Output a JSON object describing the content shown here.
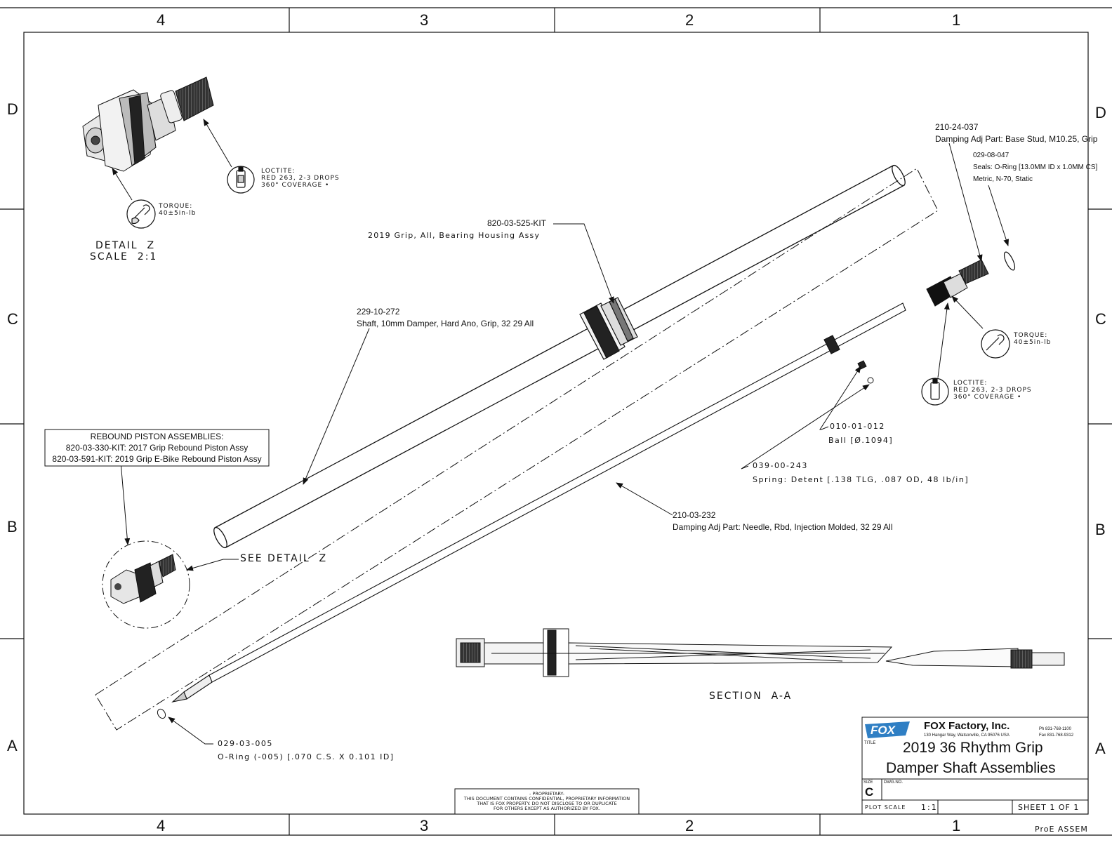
{
  "frame": {
    "columns": [
      "4",
      "3",
      "2",
      "1"
    ],
    "rows": [
      "D",
      "C",
      "B",
      "A"
    ]
  },
  "detail_z": {
    "loctite": [
      "LOCTITE:",
      "RED 263, 2-3 DROPS",
      "360° COVERAGE •"
    ],
    "torque": [
      "TORQUE:",
      "40±5in-lb"
    ],
    "caption": [
      "DETAIL  Z",
      "SCALE  2:1"
    ]
  },
  "callouts": {
    "bearing_housing": {
      "part": "820-03-525-KIT",
      "desc": "2019 Grip, All, Bearing Housing Assy"
    },
    "shaft": {
      "part": "229-10-272",
      "desc": "Shaft, 10mm Damper, Hard Ano, Grip, 32 29 All"
    },
    "base_stud": {
      "part": "210-24-037",
      "desc": "Damping Adj Part: Base Stud, M10.25, Grip"
    },
    "oring_seal": {
      "part": "029-08-047",
      "desc1": "Seals: O-Ring [13.0MM ID x 1.0MM CS]",
      "desc2": "Metric, N-70, Static"
    },
    "ball": {
      "part": "010-01-012",
      "desc": "Ball [Ø.1094]"
    },
    "spring": {
      "part": "039-00-243",
      "desc": "Spring: Detent [.138 TLG, .087 OD, 48 lb/in]"
    },
    "needle": {
      "part": "210-03-232",
      "desc": "Damping Adj Part: Needle, Rbd, Injection Molded, 32 29 All"
    },
    "oring_005": {
      "part": "029-03-005",
      "desc": "O-Ring (-005) [.070 C.S. X 0.101 ID]"
    },
    "see_detail": "SEE DETAIL  Z",
    "torque_right": [
      "TORQUE:",
      "40±5in-lb"
    ],
    "loctite_right": [
      "LOCTITE:",
      "RED 263, 2-3 DROPS",
      "360° COVERAGE •"
    ]
  },
  "rebound_box": {
    "title": "REBOUND PISTON ASSEMBLIES:",
    "line1": "820-03-330-KIT: 2017 Grip Rebound Piston Assy",
    "line2": "820-03-591-KIT: 2019 Grip E-Bike Rebound Piston Assy"
  },
  "section_label": "SECTION  A-A",
  "proprietary": {
    "heading": "- PROPRIETARY-",
    "line1": "THIS DOCUMENT CONTAINS CONFIDENTIAL, PROPRIETARY INFORMATION",
    "line2": "THAT IS FOX PROPERTY.  DO NOT DISCLOSE TO OR DUPLICATE",
    "line3": "FOR OTHERS EXCEPT AS AUTHORIZED BY FOX."
  },
  "title_block": {
    "logo": "FOX",
    "company": "FOX Factory, Inc.",
    "address": "130 Hangar Way, Watsonville, CA 95076 USA",
    "phone": "Ph 831-768-1100",
    "fax": "Fax 831-768-9312",
    "title_label": "TITLE",
    "title_line1": "2019 36 Rhythm Grip",
    "title_line2": "Damper Shaft Assemblies",
    "size_label": "SIZE",
    "size_value": "C",
    "dwg_label": "DWG.NO.",
    "plot_scale_label": "PLOT SCALE",
    "plot_scale_value": "1:1",
    "sheet": "SHEET 1 OF 1",
    "proe": "ProE ASSEM"
  }
}
